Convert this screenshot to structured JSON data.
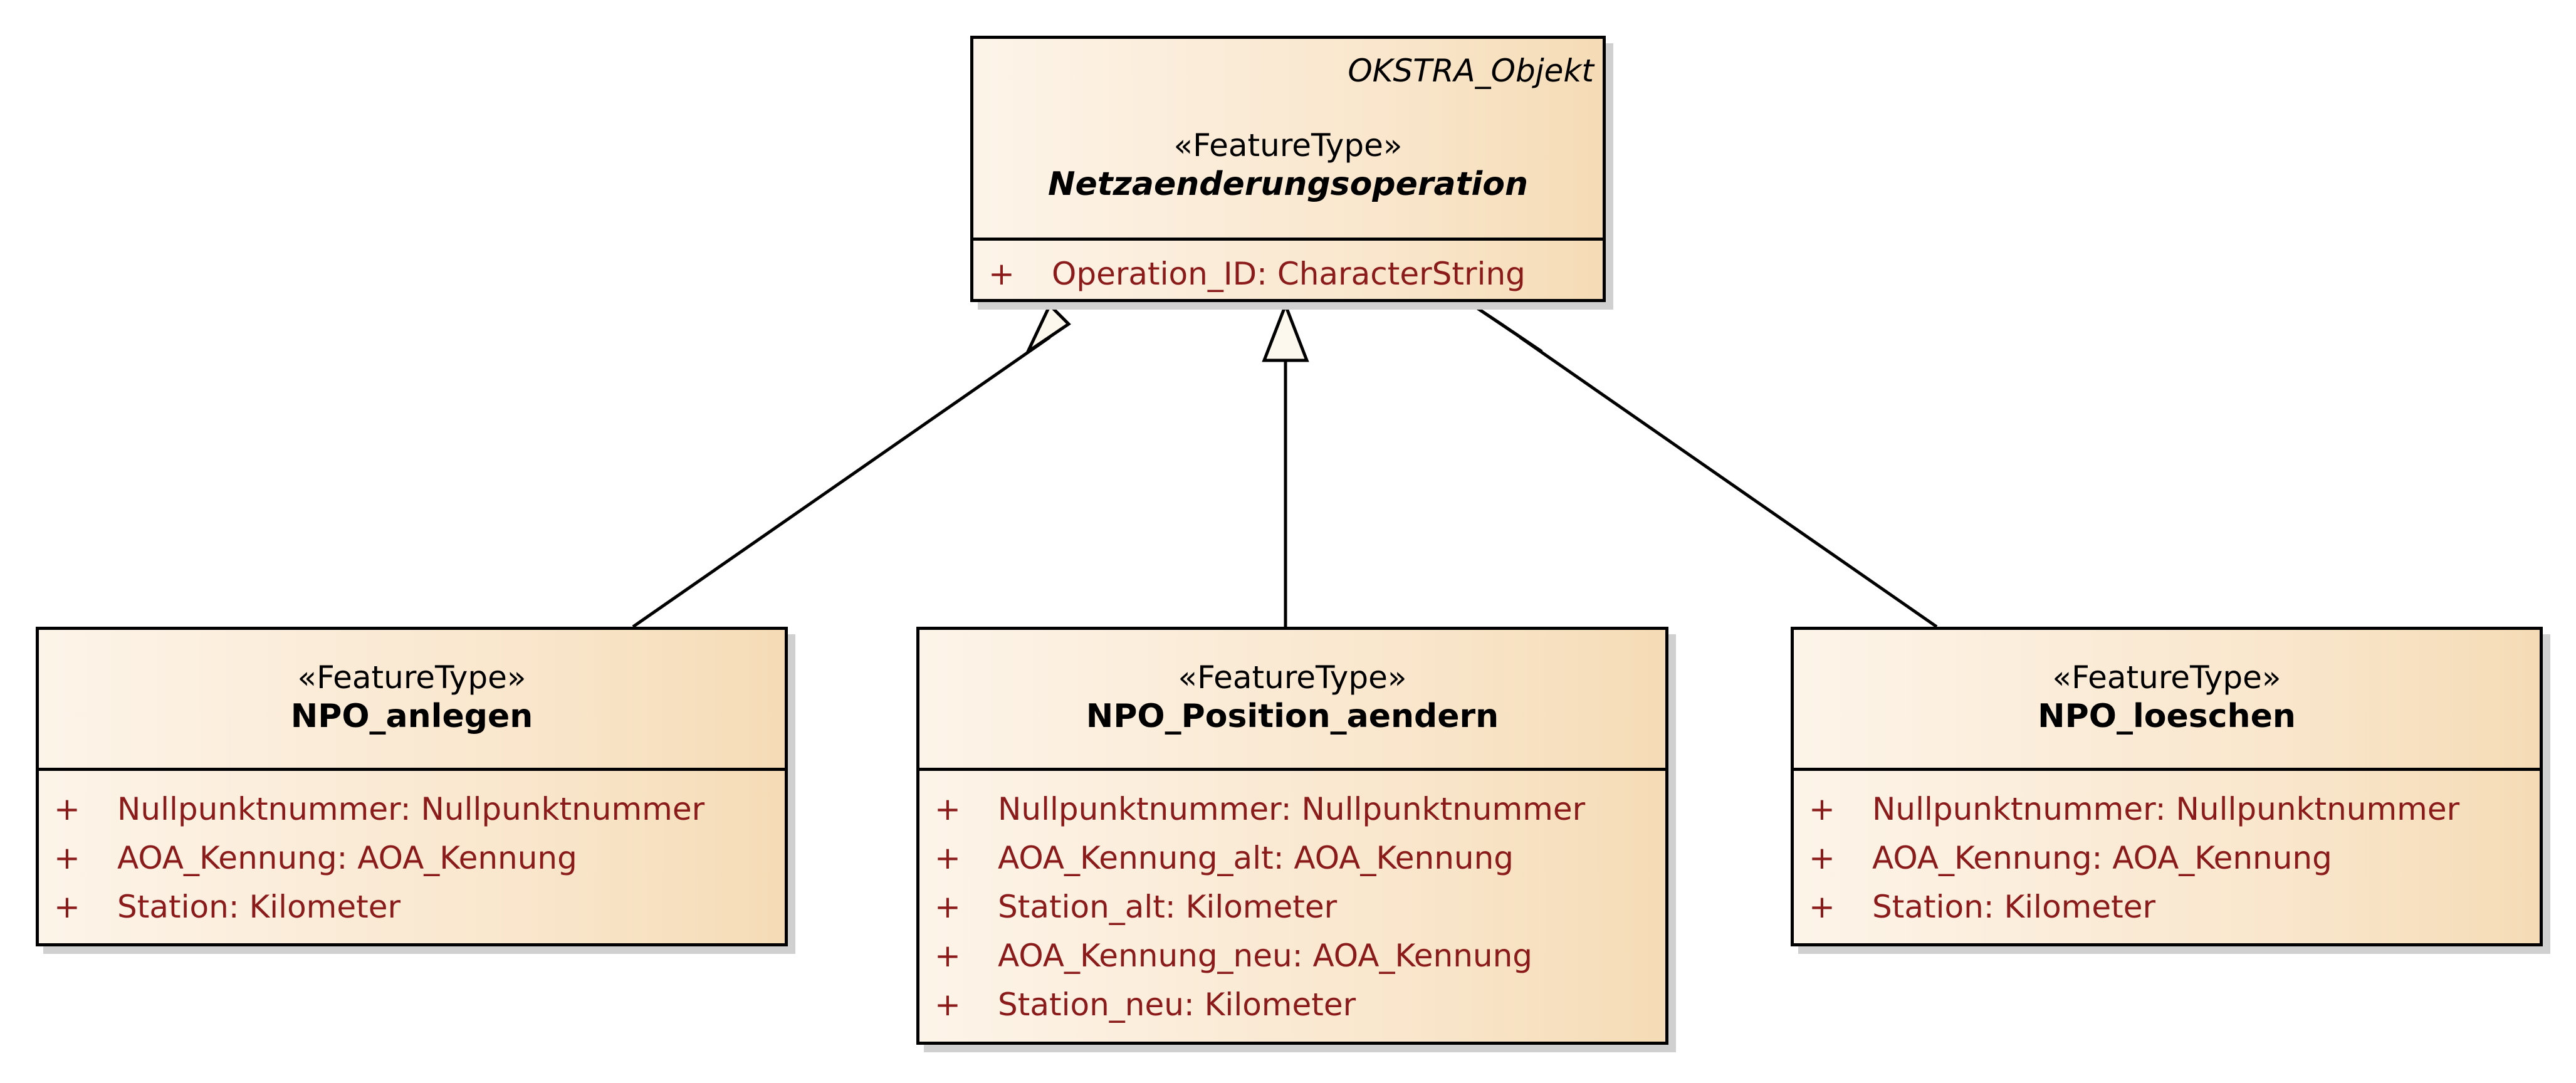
{
  "diagram": {
    "parent": {
      "parent_note": "OKSTRA_Objekt",
      "stereotype": "«FeatureType»",
      "name": "Netzaenderungsoperation",
      "attributes": [
        {
          "visibility": "+",
          "text": "Operation_ID: CharacterString"
        }
      ]
    },
    "children": [
      {
        "stereotype": "«FeatureType»",
        "name": "NPO_anlegen",
        "attributes": [
          {
            "visibility": "+",
            "text": "Nullpunktnummer: Nullpunktnummer"
          },
          {
            "visibility": "+",
            "text": "AOA_Kennung: AOA_Kennung"
          },
          {
            "visibility": "+",
            "text": "Station: Kilometer"
          }
        ]
      },
      {
        "stereotype": "«FeatureType»",
        "name": "NPO_Position_aendern",
        "attributes": [
          {
            "visibility": "+",
            "text": "Nullpunktnummer: Nullpunktnummer"
          },
          {
            "visibility": "+",
            "text": "AOA_Kennung_alt: AOA_Kennung"
          },
          {
            "visibility": "+",
            "text": "Station_alt: Kilometer"
          },
          {
            "visibility": "+",
            "text": "AOA_Kennung_neu: AOA_Kennung"
          },
          {
            "visibility": "+",
            "text": "Station_neu: Kilometer"
          }
        ]
      },
      {
        "stereotype": "«FeatureType»",
        "name": "NPO_loeschen",
        "attributes": [
          {
            "visibility": "+",
            "text": "Nullpunktnummer: Nullpunktnummer"
          },
          {
            "visibility": "+",
            "text": "AOA_Kennung: AOA_Kennung"
          },
          {
            "visibility": "+",
            "text": "Station: Kilometer"
          }
        ]
      }
    ],
    "colors": {
      "attribute_text": "#8b1a1a",
      "box_fill_light": "#fdf4e9",
      "box_fill_dark": "#f5dcb6",
      "arrowhead_fill": "#fdf8ee"
    }
  }
}
